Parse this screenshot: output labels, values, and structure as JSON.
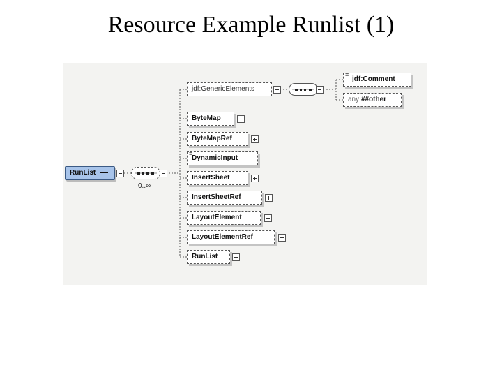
{
  "slide": {
    "title": "Resource Example Runlist (1)"
  },
  "diagram": {
    "root": {
      "label": "RunList",
      "has_collapse_toggle": true
    },
    "root_sequence": {
      "cardinality": "0..∞",
      "kind": "sequence",
      "toggle": "collapse"
    },
    "generic_group": {
      "label": "jdf:GenericElements",
      "toggle": "collapse",
      "sequence_toggle": "collapse",
      "children": [
        {
          "label": "jdf:Comment",
          "kind": "element",
          "has_attributes_mark": true
        },
        {
          "label_prefix": "any",
          "label": "##other",
          "kind": "any"
        }
      ]
    },
    "children": [
      {
        "label": "ByteMap",
        "toggle": "expand",
        "has_attributes_mark": false
      },
      {
        "label": "ByteMapRef",
        "toggle": "expand",
        "has_attributes_mark": false
      },
      {
        "label": "DynamicInput",
        "toggle": "none",
        "has_attributes_mark": true
      },
      {
        "label": "InsertSheet",
        "toggle": "expand",
        "has_attributes_mark": false
      },
      {
        "label": "InsertSheetRef",
        "toggle": "expand",
        "has_attributes_mark": false
      },
      {
        "label": "LayoutElement",
        "toggle": "expand",
        "has_attributes_mark": false
      },
      {
        "label": "LayoutElementRef",
        "toggle": "expand",
        "has_attributes_mark": false
      },
      {
        "label": "RunList",
        "toggle": "expand",
        "has_attributes_mark": false
      }
    ],
    "colors": {
      "background": "#f3f3f1",
      "root_fill": "#a8c4ea",
      "root_border": "#3b5a84",
      "line": "#555555"
    },
    "attributes_mark_glyph": "≡"
  }
}
